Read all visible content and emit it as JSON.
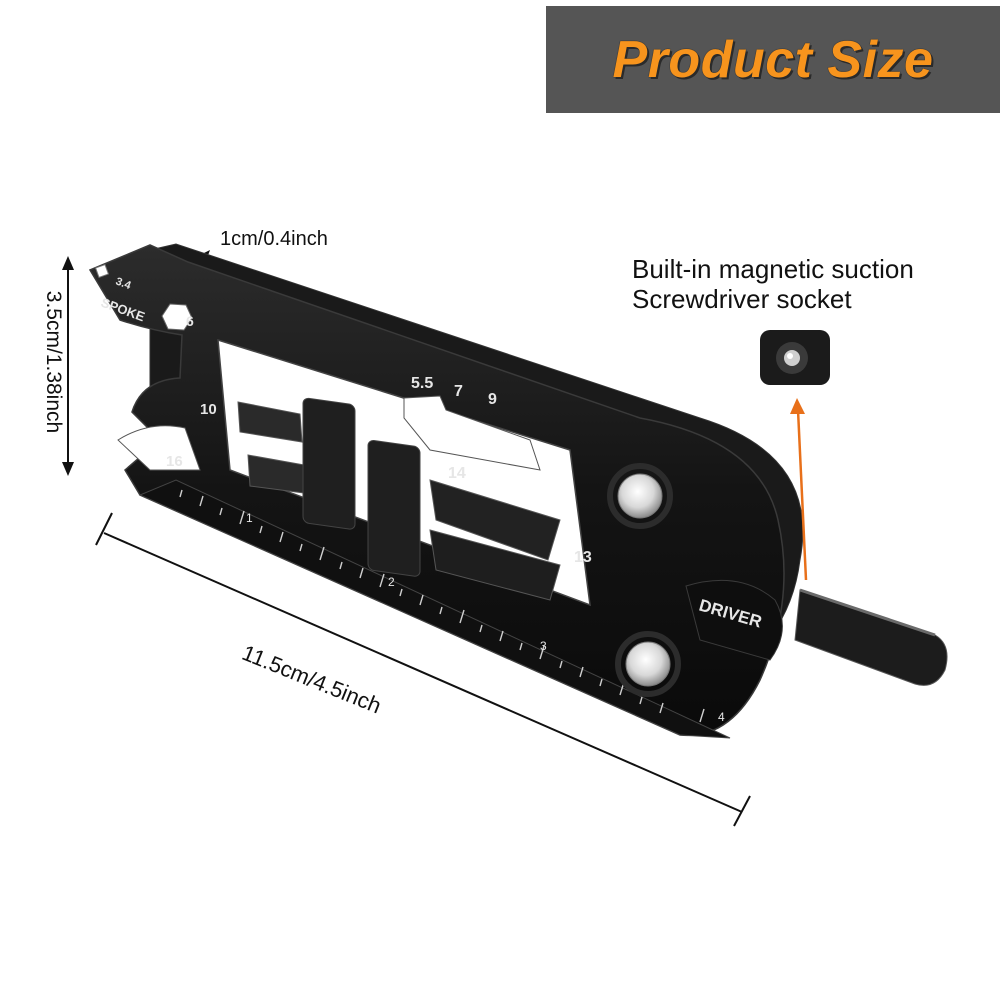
{
  "banner": {
    "title": "Product Size",
    "title_color": "#f7941d",
    "bg_color": "#555555"
  },
  "dimensions": {
    "thickness": "1cm/0.4inch",
    "height": "3.5cm/1.38inch",
    "length": "11.5cm/4.5inch"
  },
  "feature": {
    "line1": "Built-in magnetic suction",
    "line2": "Screwdriver socket",
    "arrow_color": "#e8701a"
  },
  "tool_markings": {
    "spoke_size": "3.4",
    "spoke": "SPOKE",
    "hex_6": "6",
    "hex_10": "10",
    "hex_16": "16",
    "hex_5_5": "5.5",
    "hex_7": "7",
    "hex_9": "9",
    "hex_14": "14",
    "hex_13": "13",
    "driver": "DRIVER",
    "ruler_1": "1",
    "ruler_2": "2",
    "ruler_3": "3",
    "ruler_4": "4"
  }
}
